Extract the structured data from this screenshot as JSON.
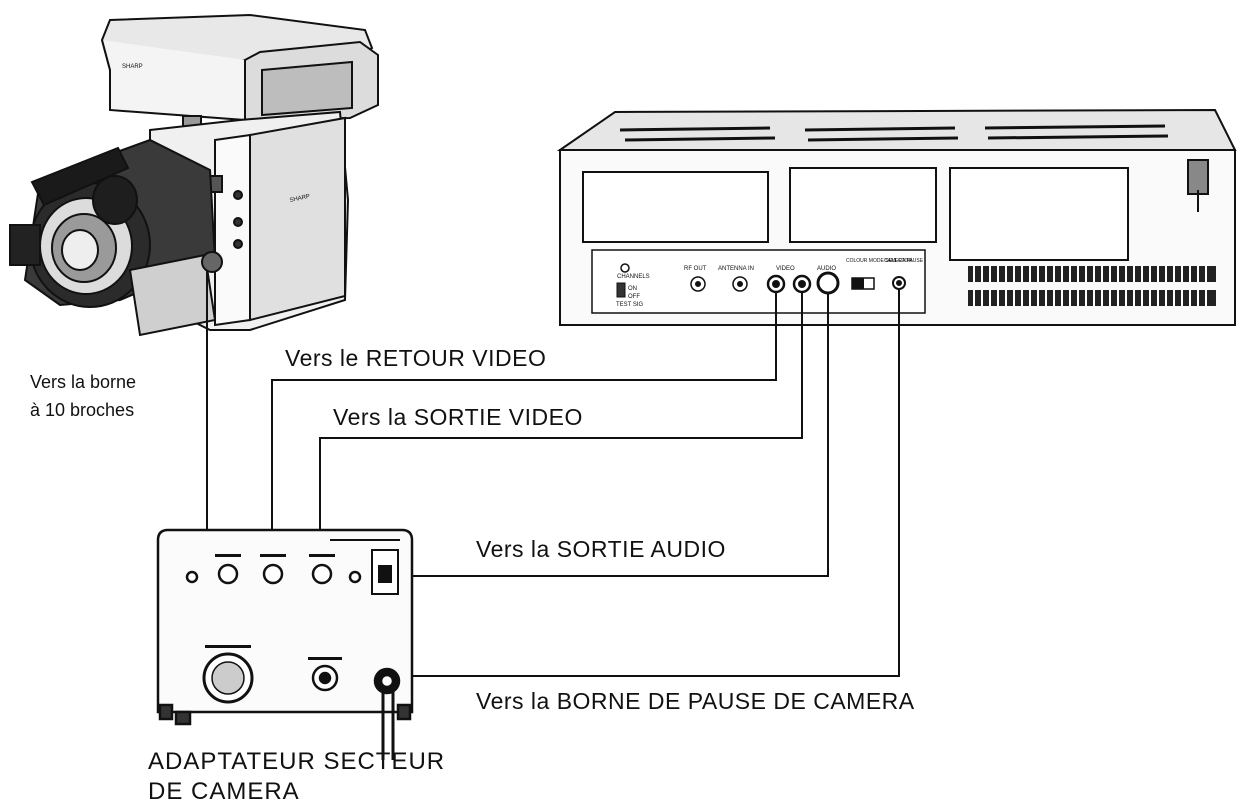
{
  "camera": {
    "brand": "SHARP"
  },
  "vcr": {
    "panel_labels": {
      "channels": "CHANNELS",
      "on": "ON",
      "off": "OFF",
      "test_sig": "TEST SIG",
      "rf_out": "RF OUT",
      "antenna_in": "ANTENNA IN",
      "video": "VIDEO",
      "audio": "AUDIO",
      "colour_mode_selector": "COLOUR MODE SELECTOR",
      "camera_pause": "CAMERA PAUSE"
    }
  },
  "labels": {
    "ten_pin_line1": "Vers la borne",
    "ten_pin_line2": "à 10 broches",
    "video_return": "Vers le RETOUR VIDEO",
    "video_out": "Vers la SORTIE VIDEO",
    "audio_out": "Vers la SORTIE AUDIO",
    "camera_pause": "Vers la BORNE DE PAUSE DE CAMERA",
    "adapter_line1": "ADAPTATEUR SECTEUR",
    "adapter_line2": "DE CAMERA"
  },
  "colors": {
    "ink": "#111111",
    "paper": "#ffffff",
    "shade": "#4a4a4a"
  }
}
